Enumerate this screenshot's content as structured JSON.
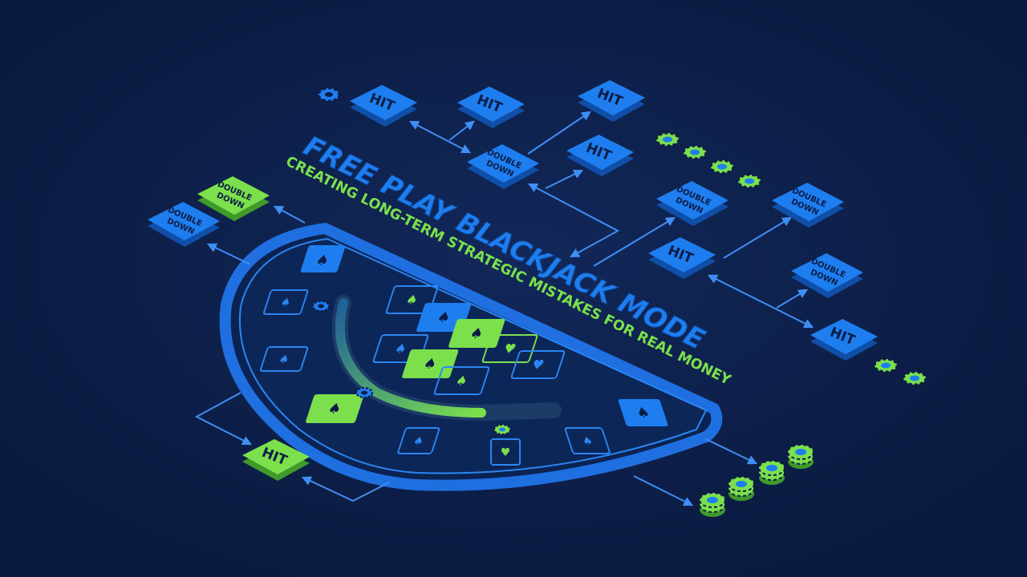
{
  "headline": {
    "title": "FREE PLAY BLACKJACK MODE",
    "subtitle": "CREATING LONG-TERM STRATEGIC MISTAKES FOR REAL MONEY"
  },
  "labels": {
    "hit": "HIT",
    "double_line1": "DOUBLE",
    "double_line2": "DOWN"
  },
  "colors": {
    "background": "#0c1d45",
    "blue": "#1e7ef0",
    "green": "#7be04c",
    "edge_blue": "#0f4fa8",
    "edge_green": "#3f9a2a"
  },
  "icons": {
    "card_suit": "spade-icon",
    "chip": "poker-chip-icon"
  }
}
